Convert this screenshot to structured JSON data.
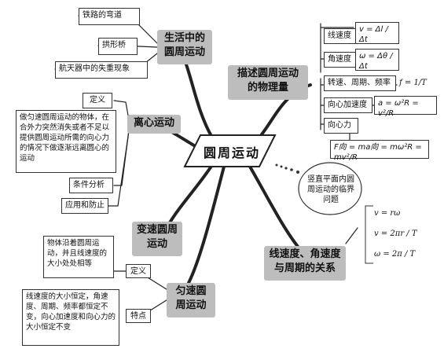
{
  "center": {
    "title": "圆周运动"
  },
  "life": {
    "title": "生活中的圆周运动",
    "items": [
      "铁路的弯道",
      "拱形桥",
      "航天器中的失重现象"
    ]
  },
  "quantities": {
    "title": "描述圆周运动的物理量",
    "items": [
      {
        "label": "线速度",
        "formula": "v = Δl / Δt"
      },
      {
        "label": "角速度",
        "formula": "ω = Δθ / Δt"
      },
      {
        "label": "转速、周期、频率",
        "formula": "f = 1/T"
      },
      {
        "label": "向心加速度",
        "formula": "a = ω²R = v²/R"
      },
      {
        "label": "向心力",
        "formula": "F向 = ma向 = mω²R = mv²/R"
      }
    ]
  },
  "centrifugal": {
    "title": "离心运动",
    "definition_label": "定义",
    "definition_text": "做匀速圆周运动的物体，在合外力突然消失或者不足以提供圆周运动所需的向心力的情况下做逐渐远离圆心的运动",
    "items": [
      "条件分析",
      "应用和防止"
    ]
  },
  "vertical": {
    "text": "竖直平面内圆周运动的临界问题"
  },
  "variable": {
    "title": "变速圆周运动"
  },
  "relation": {
    "title": "线速度、角速度与周期的关系",
    "formulas": [
      "v = rω",
      "v = 2πr / T",
      "ω = 2π / T"
    ]
  },
  "uniform": {
    "title": "匀速圆周运动",
    "definition_label": "定义",
    "definition_text": "物体沿着圆周运动，并且线速度的大小处处相等",
    "feature_label": "特点",
    "feature_text": "线速度的大小恒定，角速度、周期、频率都恒定不变，向心加速度和向心力的大小恒定不变"
  }
}
